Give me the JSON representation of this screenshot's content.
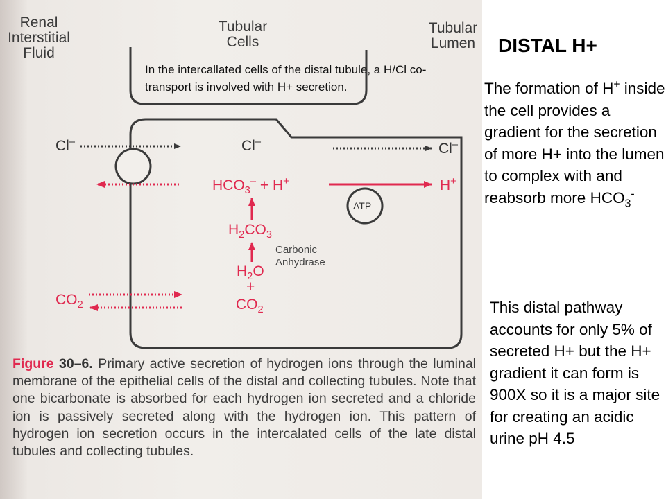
{
  "diagram": {
    "header_renal": "Renal Interstitial Fluid",
    "header_cells": "Tubular Cells",
    "header_lumen": "Tubular Lumen",
    "cl_left": "Cl",
    "cl_left_sup": "–",
    "cl_mid": "Cl",
    "cl_mid_sup": "–",
    "cl_right": "Cl",
    "cl_right_sup": "–",
    "hco3_base": "HCO",
    "hco3_sub": "3",
    "hco3_sup": "–",
    "plus_h": " + H",
    "plus_h_sup": "+",
    "h_lumen": "H",
    "h_lumen_sup": "+",
    "atp": "ATP",
    "h2co3_a": "H",
    "h2co3_sub1": "2",
    "h2co3_b": "CO",
    "h2co3_sub2": "3",
    "enzyme_line1": "Carbonic",
    "enzyme_line2": "Anhydrase",
    "h2o_a": "H",
    "h2o_sub": "2",
    "h2o_b": "O",
    "plus": "+",
    "co2_a": "CO",
    "co2_sub": "2",
    "co2_left_a": "CO",
    "co2_left_sub": "2"
  },
  "figure_caption": {
    "label": "Figure",
    "number": "30–6.",
    "text": "Primary active secretion of hydrogen ions through the luminal membrane of the epithelial cells of the distal and collecting tubules. Note that one bicarbonate is absorbed for each hydrogen ion secreted and a chloride ion is passively secreted along with the hydrogen ion. This pattern of hydrogen ion secretion occurs in the intercalated cells of the late distal tubules and collecting tubules."
  },
  "note": "In the intercallated cells of the distal tubule, a H/Cl co-transport is involved with H+ secretion.",
  "slide": {
    "title": "DISTAL H+",
    "p1_a": "The formation of H",
    "p1_sup": "+",
    "p1_b": " inside the cell provides a gradient for the secretion of more H+ into the lumen to complex with and reabsorb more HCO",
    "p1_sub": "3",
    "p1_sup2": "-",
    "p2": "This distal pathway accounts for only 5% of secreted H+ but the H+ gradient it can form is 900X so it is a major site for creating an acidic urine pH 4.5"
  },
  "colors": {
    "accent_red": "#e0294f",
    "line_dark": "#3a3a3a"
  }
}
